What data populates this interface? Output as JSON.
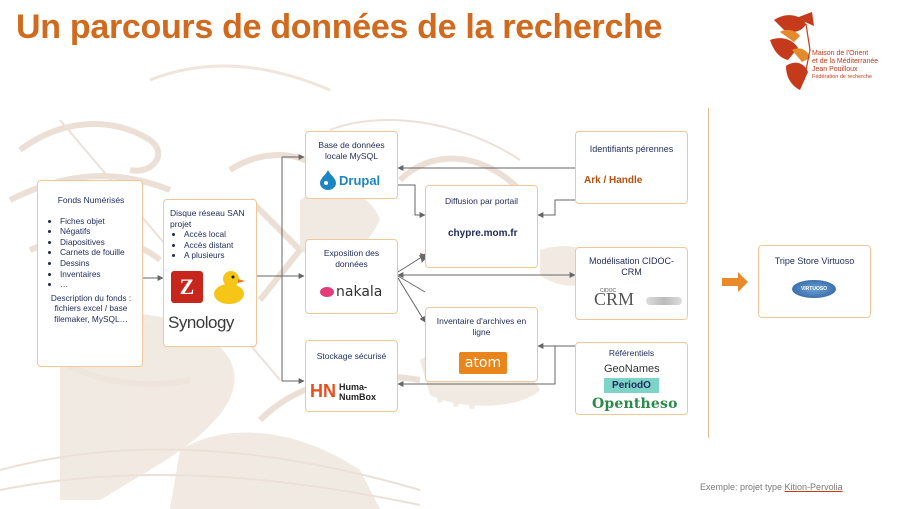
{
  "title": "Un parcours de données de la recherche",
  "institution": {
    "line1": "Maison de l'Orient",
    "line2": "et de la Méditerranée",
    "line3": "Jean Pouilloux",
    "line4": "Fédération de recherche"
  },
  "boxes": {
    "fonds": {
      "title": "Fonds Numérisés",
      "items": [
        "Fiches objet",
        "Négatifs",
        "Diapositives",
        "Carnets de fouille",
        "Dessins",
        "Inventaires",
        "…"
      ],
      "description": "Description du fonds : fichiers excel / base filemaker, MySQL…"
    },
    "disque": {
      "title": "Disque réseau SAN projet",
      "items": [
        "Accès local",
        "Accès distant",
        "A plusieurs"
      ],
      "logo_synology": "Synology"
    },
    "base": {
      "title": "Base de données locale MySQL",
      "logo": "Drupal"
    },
    "exposition": {
      "title": "Exposition des données",
      "logo": "nakala"
    },
    "stockage": {
      "title": "Stockage sécurisé",
      "logo": "Huma-NumBox"
    },
    "diffusion": {
      "title": "Diffusion par portail",
      "value": "chypre.mom.fr"
    },
    "inventaire": {
      "title": "Inventaire d'archives en ligne",
      "logo": "atom"
    },
    "identifiants": {
      "title": "Identifiants pérennes",
      "value": "Ark / Handle"
    },
    "modelisation": {
      "title": "Modélisation CIDOC-CRM",
      "logo_left": "CIDOC",
      "logo_main": "CRM"
    },
    "referentiels": {
      "title": "Référentiels",
      "logos": [
        "GeoNames",
        "PeriodO",
        "Opentheso"
      ]
    },
    "triplestore": {
      "title": "Tripe Store Virtuoso",
      "logo": "VIRTUOSO"
    }
  },
  "footer": {
    "prefix": "Exemple: projet type ",
    "project": "Kition-Pervolia"
  },
  "colors": {
    "title": "#d06a1e",
    "border": "#f1c79a",
    "text": "#1f2a5a",
    "arrow": "#e88a2a"
  }
}
